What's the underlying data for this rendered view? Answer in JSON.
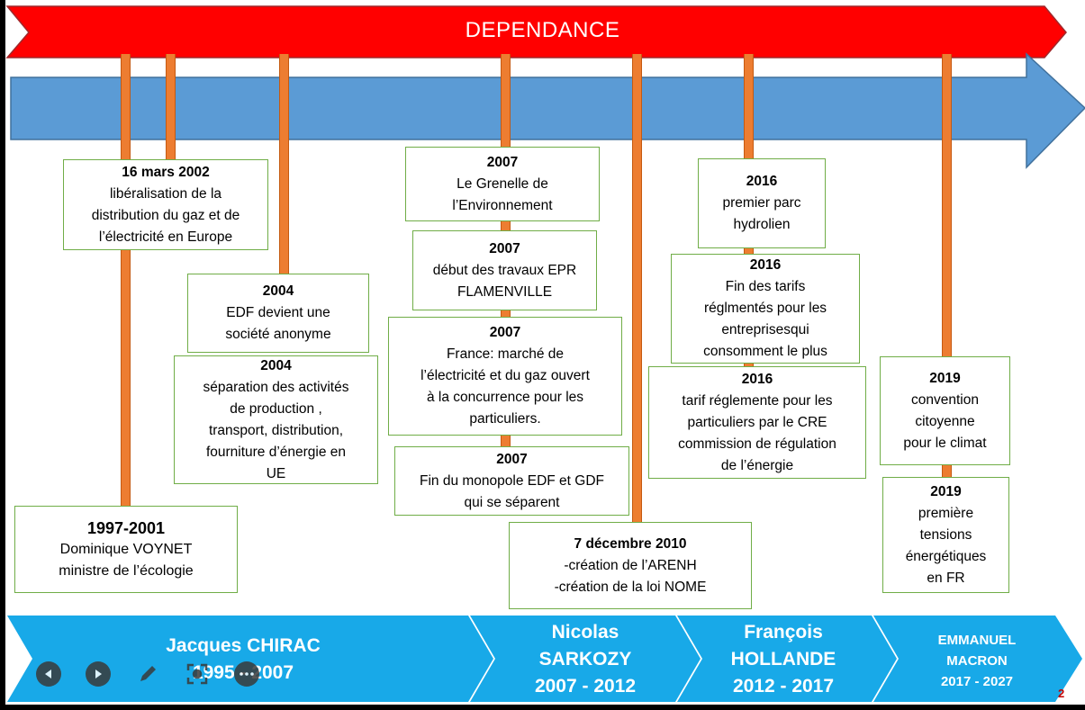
{
  "banner": {
    "label": "DEPENDANCE"
  },
  "events": [
    {
      "title": "16 mars 2002",
      "desc": "libéralisation de la\ndistribution du gaz et de\nl’électricité en Europe"
    },
    {
      "title": "2004",
      "desc": "EDF devient une\nsociété anonyme"
    },
    {
      "title": "2004",
      "desc": "séparation des activités\nde production ,\ntransport, distribution,\nfourniture d’énergie en\nUE"
    },
    {
      "title": "1997-2001",
      "desc": "Dominique VOYNET\nministre de l’écologie"
    },
    {
      "title": "2007",
      "desc": "Le Grenelle de\nl’Environnement"
    },
    {
      "title": "2007",
      "desc": "début des travaux EPR\nFLAMENVILLE"
    },
    {
      "title": "2007",
      "desc": "France: marché de\nl’électricité et du gaz  ouvert\nà la concurrence  pour les\nparticuliers."
    },
    {
      "title": "2007",
      "desc": "Fin du monopole EDF et GDF\nqui se séparent"
    },
    {
      "title": "7 décembre 2010",
      "desc": "-création de l’ARENH\n-création de la loi NOME"
    },
    {
      "title": "2016",
      "desc": "premier parc\nhydrolien"
    },
    {
      "title": "2016",
      "desc": "Fin des tarifs\nréglmentés pour les\nentreprisesqui\nconsomment le plus"
    },
    {
      "title": "2016",
      "desc": "tarif réglemente pour les\nparticuliers par le CRE\ncommission de régulation\nde l’énergie"
    },
    {
      "title": "2019",
      "desc": "convention\ncitoyenne\npour le climat"
    },
    {
      "title": "2019",
      "desc": "première\ntensions\nénergétiques\nen FR"
    }
  ],
  "presidents": [
    {
      "label": "Jacques  CHIRAC\n1995 - 2007"
    },
    {
      "label": "Nicolas\nSARKOZY\n2007 - 2012"
    },
    {
      "label": "François\nHOLLANDE\n2012 - 2017"
    },
    {
      "label": "EMMANUEL\nMACRON\n2017 - 2027"
    }
  ],
  "slide_number": "2",
  "controls": [
    "previous-icon",
    "play-icon",
    "pen-icon",
    "zoom-icon",
    "more-icon"
  ],
  "colors": {
    "banner_red": "#ff0000",
    "timeline_blue": "#5b9bd5",
    "president_blue": "#18a9e8",
    "pillar_orange": "#ed7d31",
    "box_border_green": "#70ad47"
  }
}
